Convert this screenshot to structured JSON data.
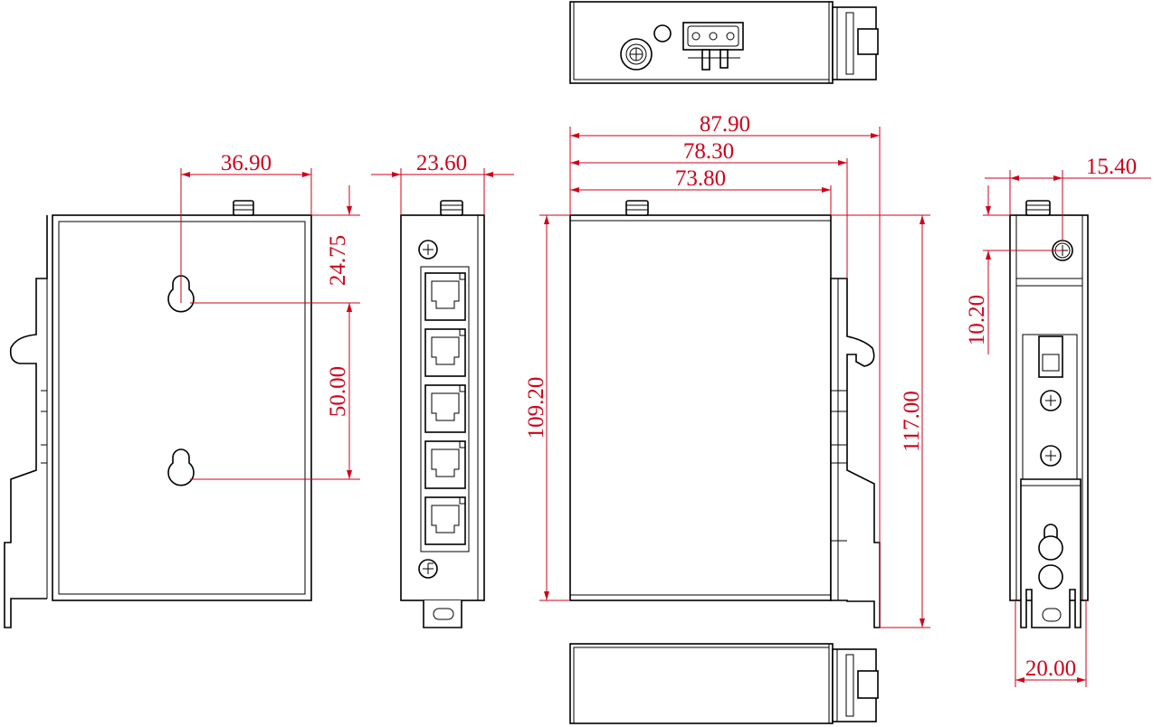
{
  "drawing": {
    "line_color": "#000000",
    "dimension_color": "#d0021b",
    "views": [
      "top-view",
      "wall-mount-back-view",
      "port-side-view",
      "front-view",
      "din-rail-side-view",
      "bottom-view"
    ],
    "dimensions": {
      "back_hole_offset_x": "36.90",
      "back_top_hole_offset_y": "24.75",
      "back_hole_spacing": "50.00",
      "side_depth": "23.60",
      "front_total_width": "87.90",
      "front_width_with_clip": "78.30",
      "front_body_width": "73.80",
      "front_body_height": "109.20",
      "front_total_height": "117.00",
      "din_side_offset": "15.40",
      "din_screw_offset": "10.20",
      "din_clip_width": "20.00"
    }
  }
}
